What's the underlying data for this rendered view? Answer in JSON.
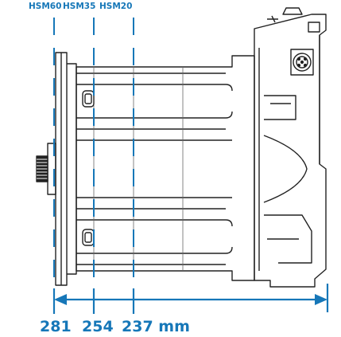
{
  "labels": {
    "top": [
      "HSM60",
      "HSM35",
      "HSM20"
    ],
    "bottom": {
      "hsm60": "281",
      "hsm35": "254",
      "hsm20": "237 mm"
    }
  },
  "colors": {
    "accent": "#1677b8",
    "line": "#222222"
  }
}
